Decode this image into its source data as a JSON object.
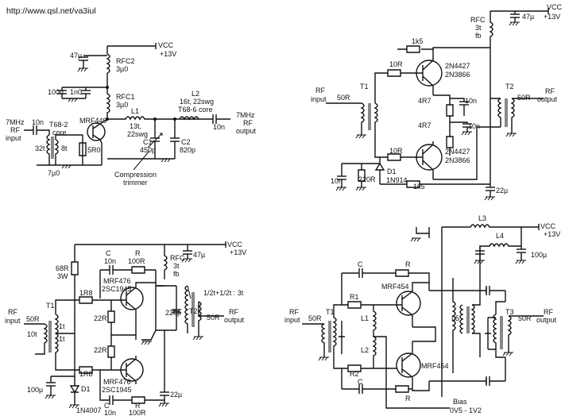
{
  "source_url": "http://www.qsl.net/va3iul",
  "circuit1": {
    "vcc": "VCC",
    "vcc_v": "+13V",
    "c_top": "47µ",
    "rfc2": "RFC2",
    "rfc2_v": "3µ0",
    "c_a": "100n",
    "c_b": "1n0",
    "rfc1": "RFC1",
    "rfc1_v": "3µ0",
    "l2": "L2",
    "l2_turns": "16t,",
    "l2_wire": "22swg",
    "l2_core": "T68-6 core",
    "in_freq": "7MHz",
    "in_rf": "RF",
    "in_label": "input",
    "c_in": "10n",
    "core": "T68-2",
    "core2": "core",
    "transistor": "MRF449",
    "l1": "L1",
    "l1_turns": "13t,",
    "l1_wire": "22swg",
    "c_out": "10n",
    "out_freq": "7MHz",
    "out_rf": "RF",
    "out_label": "output",
    "turns_pri": "32t",
    "turns_sec": "8t",
    "r_e": "5R0",
    "c1": "C1",
    "c1_v": "450p",
    "c2": "C2",
    "c2_v": "820p",
    "l_base": "7µ0",
    "trimmer1": "Compression",
    "trimmer2": "trimmer"
  },
  "circuit2": {
    "rfc": "RFC",
    "rfc_turns": "3t",
    "rfc_fb": "fb",
    "c_top": "47µ",
    "vcc": "VCC",
    "vcc_v": "+13V",
    "r_top": "1k5",
    "r_base": "10R",
    "q1": "2N4427",
    "q1b": "2N3866",
    "in_rf": "RF",
    "in_label": "input",
    "z_in": "50R",
    "t1": "T1",
    "r_e1": "4R7",
    "c_e1": "10n",
    "r_e2": "4R7",
    "c_e2": "10n",
    "t2": "T2",
    "z_out": "50R",
    "out_rf": "RF",
    "out_label": "output",
    "r_base2": "10R",
    "q2": "2N4427",
    "q2b": "2N3866",
    "d1": "D1",
    "d1_v": "1N914",
    "c_bot": "10n",
    "r_bot": "220R",
    "r_bot2": "1k5",
    "c_bot2": "22µ"
  },
  "circuit3": {
    "vcc": "VCC",
    "vcc_v": "+13V",
    "c_fb1": "C",
    "c_fb1_v": "10n",
    "r_fb1": "R",
    "r_fb1_v": "100R",
    "rfc": "RFC",
    "rfc_turns": "3t",
    "rfc_fb": "fb",
    "c_top": "47µ",
    "r_bias": "68R",
    "r_bias_w": "3W",
    "q1": "MRF476",
    "q1b": "2SC1945",
    "in_rf": "RF",
    "in_label": "input",
    "t1": "T1",
    "z_in": "50R",
    "turns_in": "10t",
    "turns_s1": "1t",
    "turns_s2": "1t",
    "r_b1": "1R8",
    "r_e1": "22R",
    "r_e2": "22R",
    "r_b2": "1R8",
    "c_out": "220p",
    "t2": "T2",
    "z_out": "50R",
    "out_rf": "RF",
    "out_label": "output",
    "ratio": "1/2t+1/2t : 3t",
    "c_bias": "100µ",
    "d1": "D1",
    "d1_v": "1N4007",
    "q2": "MRF476",
    "q2b": "2SC1945",
    "c_fb2": "C",
    "c_fb2_v": "10n",
    "r_fb2": "R",
    "r_fb2_v": "100R",
    "c_bot": "22µ"
  },
  "circuit4": {
    "l3": "L3",
    "l4": "L4",
    "vcc": "VCC",
    "vcc_v": "+13V",
    "c_top": "100µ",
    "c_fb1": "C",
    "r_fb1": "R",
    "q1": "MRF454",
    "q2": "MRF454",
    "in_rf": "RF",
    "in_label": "input",
    "z_in": "50R",
    "t1": "T1",
    "r1": "R1",
    "r2": "R2",
    "l1": "L1",
    "l2": "L2",
    "l5": "L5",
    "t3": "T3",
    "z_out": "50R",
    "out_rf": "RF",
    "out_label": "output",
    "c_fb2": "C",
    "r_fb2": "R",
    "bias": "Bias",
    "bias_v": "0V5 - 1V2"
  },
  "colors": {
    "ink": "#111111",
    "paper": "#ffffff"
  }
}
